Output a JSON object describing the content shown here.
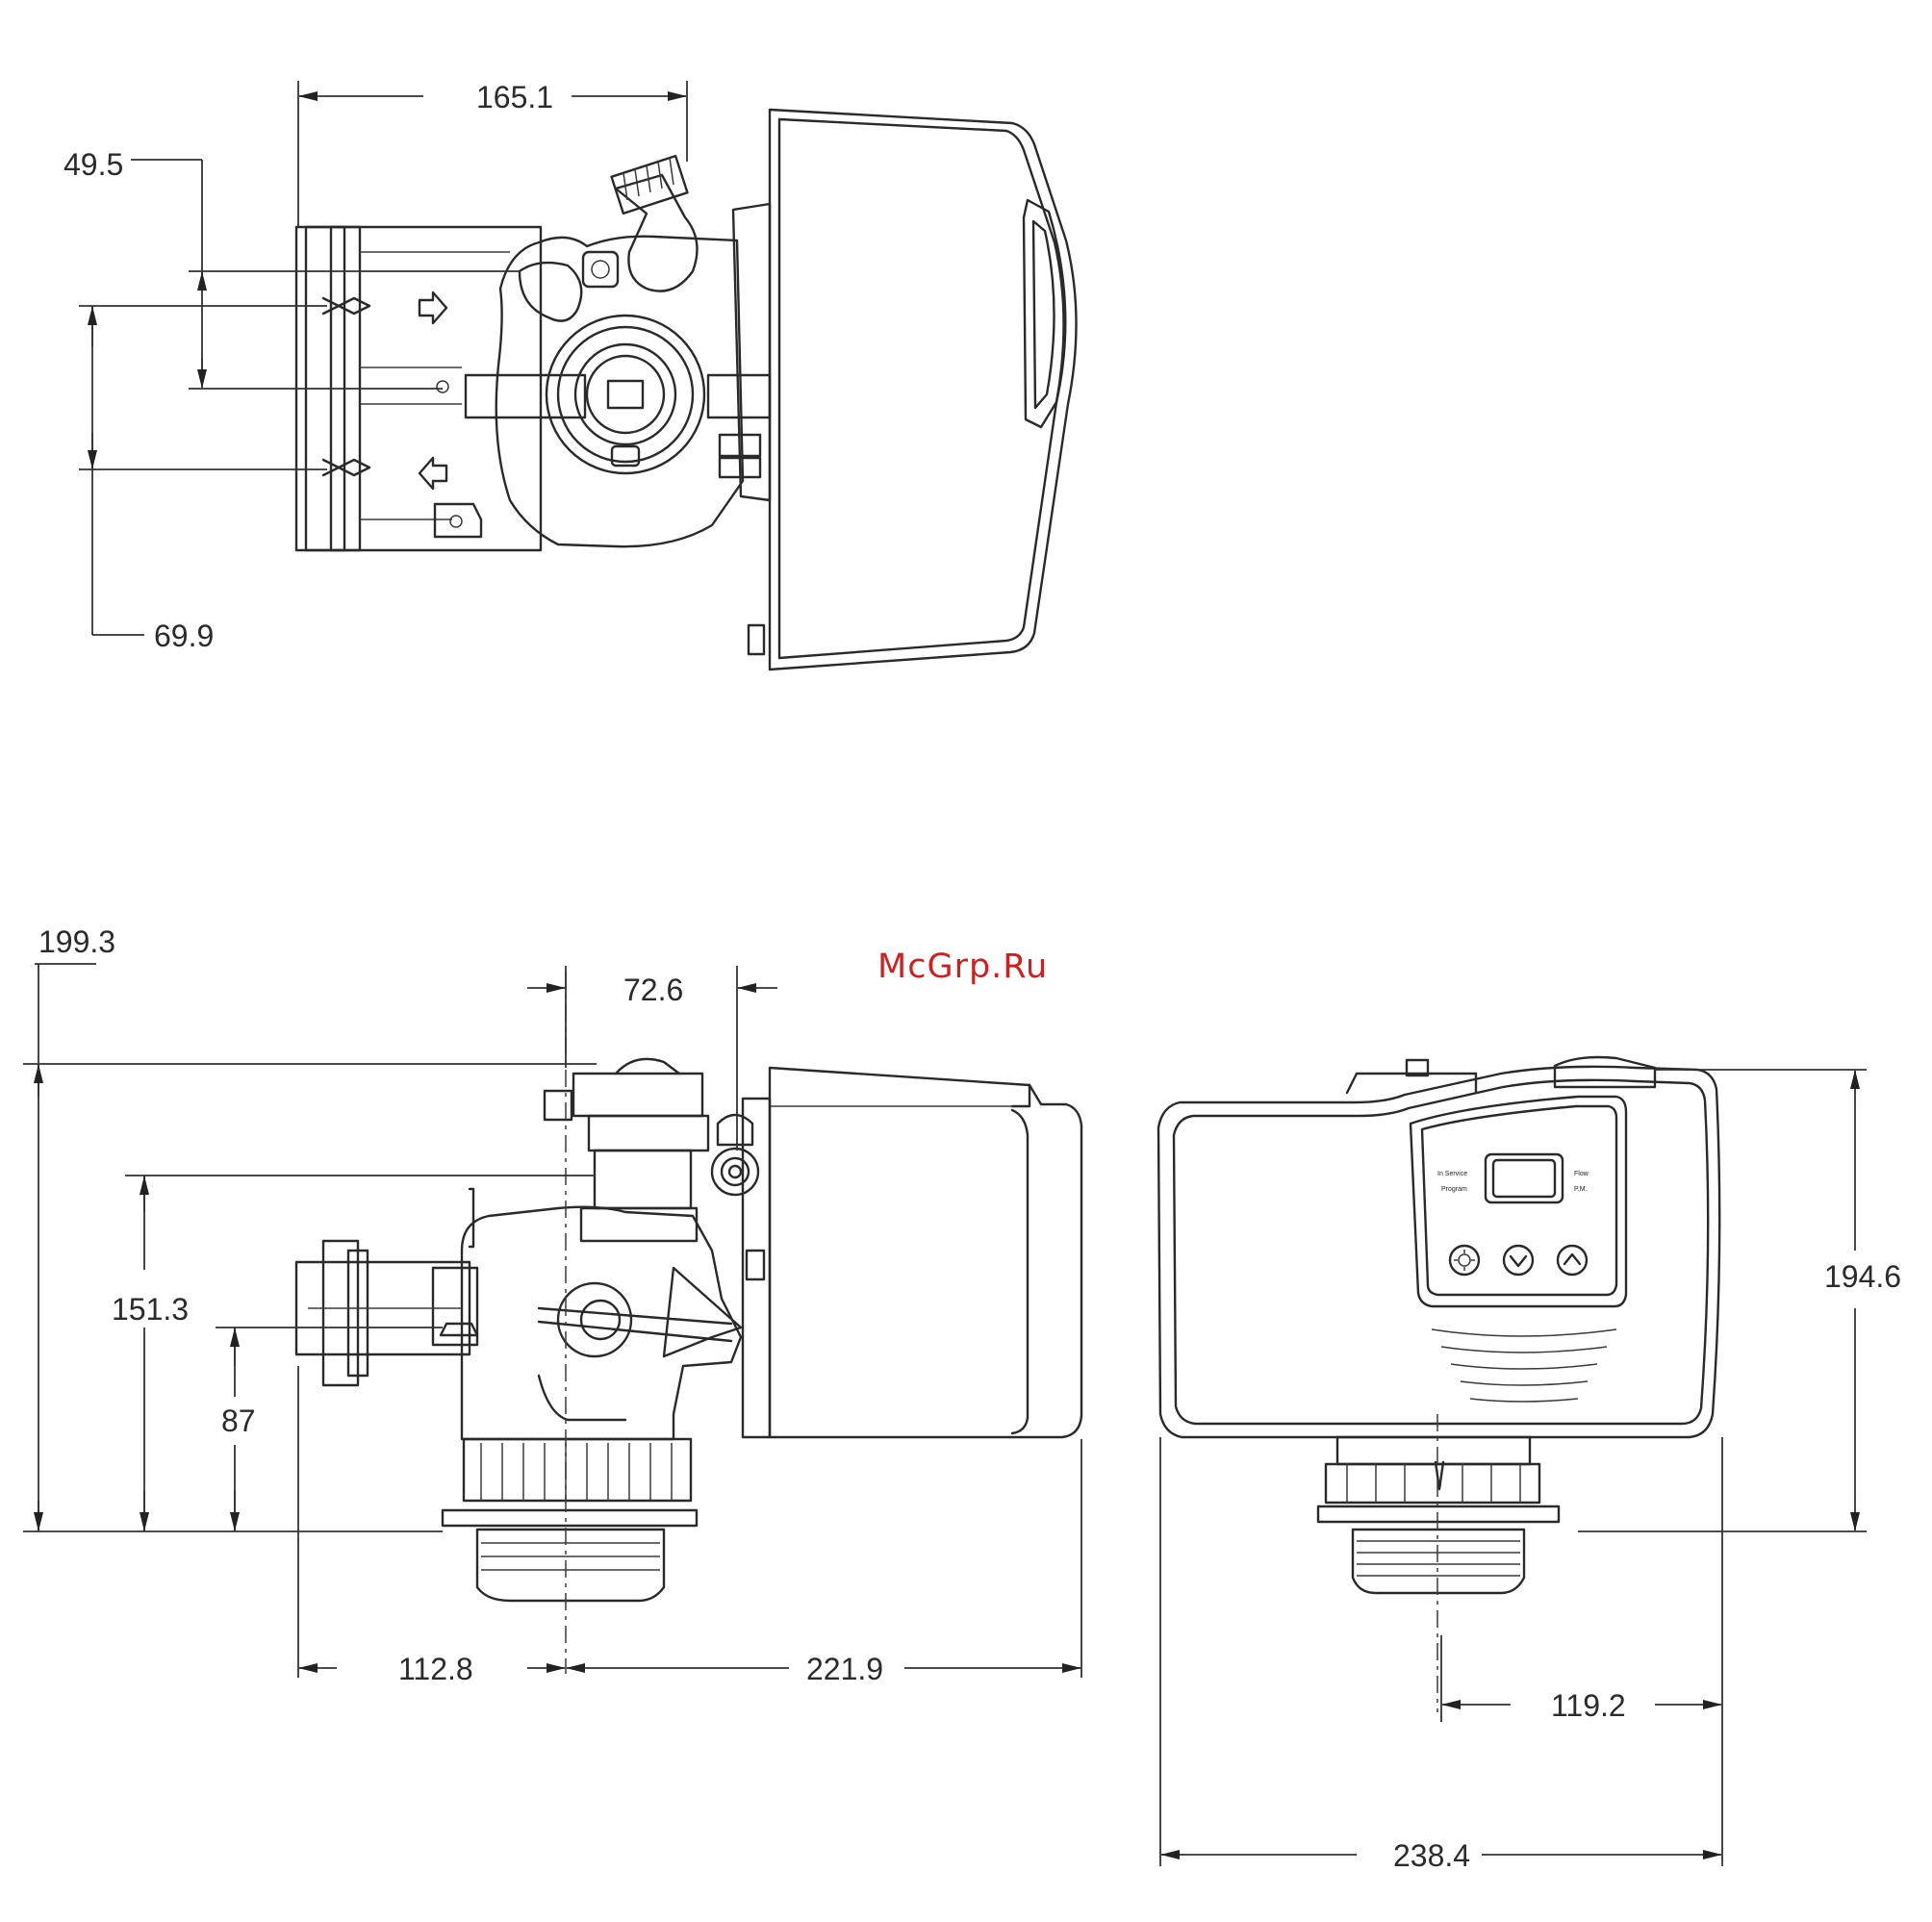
{
  "watermark": "McGrp.Ru",
  "top_view": {
    "dim_width": "165.1",
    "dim_port_offset": "49.5",
    "dim_port_spacing": "69.9"
  },
  "front_view": {
    "dim_total_height": "199.3",
    "dim_bypass_width": "72.6",
    "dim_inlet_height": "151.3",
    "dim_port_height": "87",
    "dim_left_extent": "112.8",
    "dim_right_extent": "221.9"
  },
  "side_view": {
    "dim_height": "194.6",
    "dim_half_width": "119.2",
    "dim_width": "238.4",
    "panel": {
      "in_service": "In Service",
      "program": "Program",
      "flow": "Flow",
      "pm": "P.M."
    }
  },
  "icons": [
    "settings-button-icon",
    "down-arrow-button-icon",
    "up-arrow-button-icon"
  ]
}
